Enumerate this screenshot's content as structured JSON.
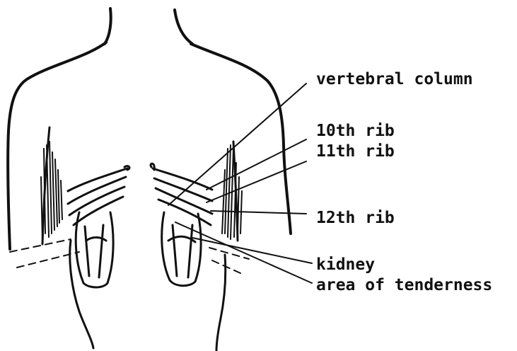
{
  "labels": {
    "vertebral_column": "vertebral column",
    "rib_10": "10th rib",
    "rib_11": "11th rib",
    "rib_12": "12th rib",
    "kidney": "kidney",
    "area_of_tenderness": "area of tenderness"
  },
  "colors": {
    "ink": "#111111",
    "background": "#ffffff"
  }
}
